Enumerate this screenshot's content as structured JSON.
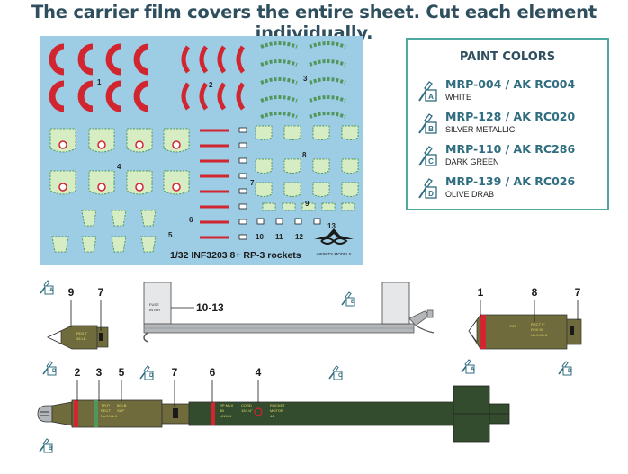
{
  "header": "The carrier film covers the entire sheet. Cut each element individually.",
  "sheet": {
    "caption": "1/32 INF3203 8+ RP-3 rockets",
    "logo_text": "INFINITY MODELS",
    "numbers": [
      "1",
      "2",
      "3",
      "4",
      "5",
      "6",
      "7",
      "8",
      "9",
      "10",
      "11",
      "12",
      "13"
    ]
  },
  "paint_colors": {
    "title": "PAINT COLORS",
    "items": [
      {
        "letter": "A",
        "code": "MRP-004 / AK RC004",
        "name": "WHITE"
      },
      {
        "letter": "B",
        "code": "MRP-128 / AK RC020",
        "name": "SILVER METALLIC"
      },
      {
        "letter": "C",
        "code": "MRP-110 / AK RC286",
        "name": "DARK GREEN"
      },
      {
        "letter": "D",
        "code": "MRP-139 / AK RC026",
        "name": "OLIVE DRAB"
      }
    ]
  },
  "callouts": {
    "warhead_left": [
      "9",
      "7"
    ],
    "rail": "10-13",
    "warhead_right": [
      "1",
      "8",
      "7"
    ],
    "rocket": [
      "2",
      "3",
      "5",
      "7",
      "6",
      "4"
    ]
  },
  "rail_plate_text": [
    "FUSE",
    "INTER"
  ],
  "colors": {
    "sheet_bg": "#9ccde4",
    "red": "#d12530",
    "light_green": "#d6ecc3",
    "mid_green": "#52965c",
    "olive": "#6f6b3c",
    "dark_green": "#324c2d",
    "silver": "#b4b7b9",
    "accent": "#2f6d80"
  }
}
